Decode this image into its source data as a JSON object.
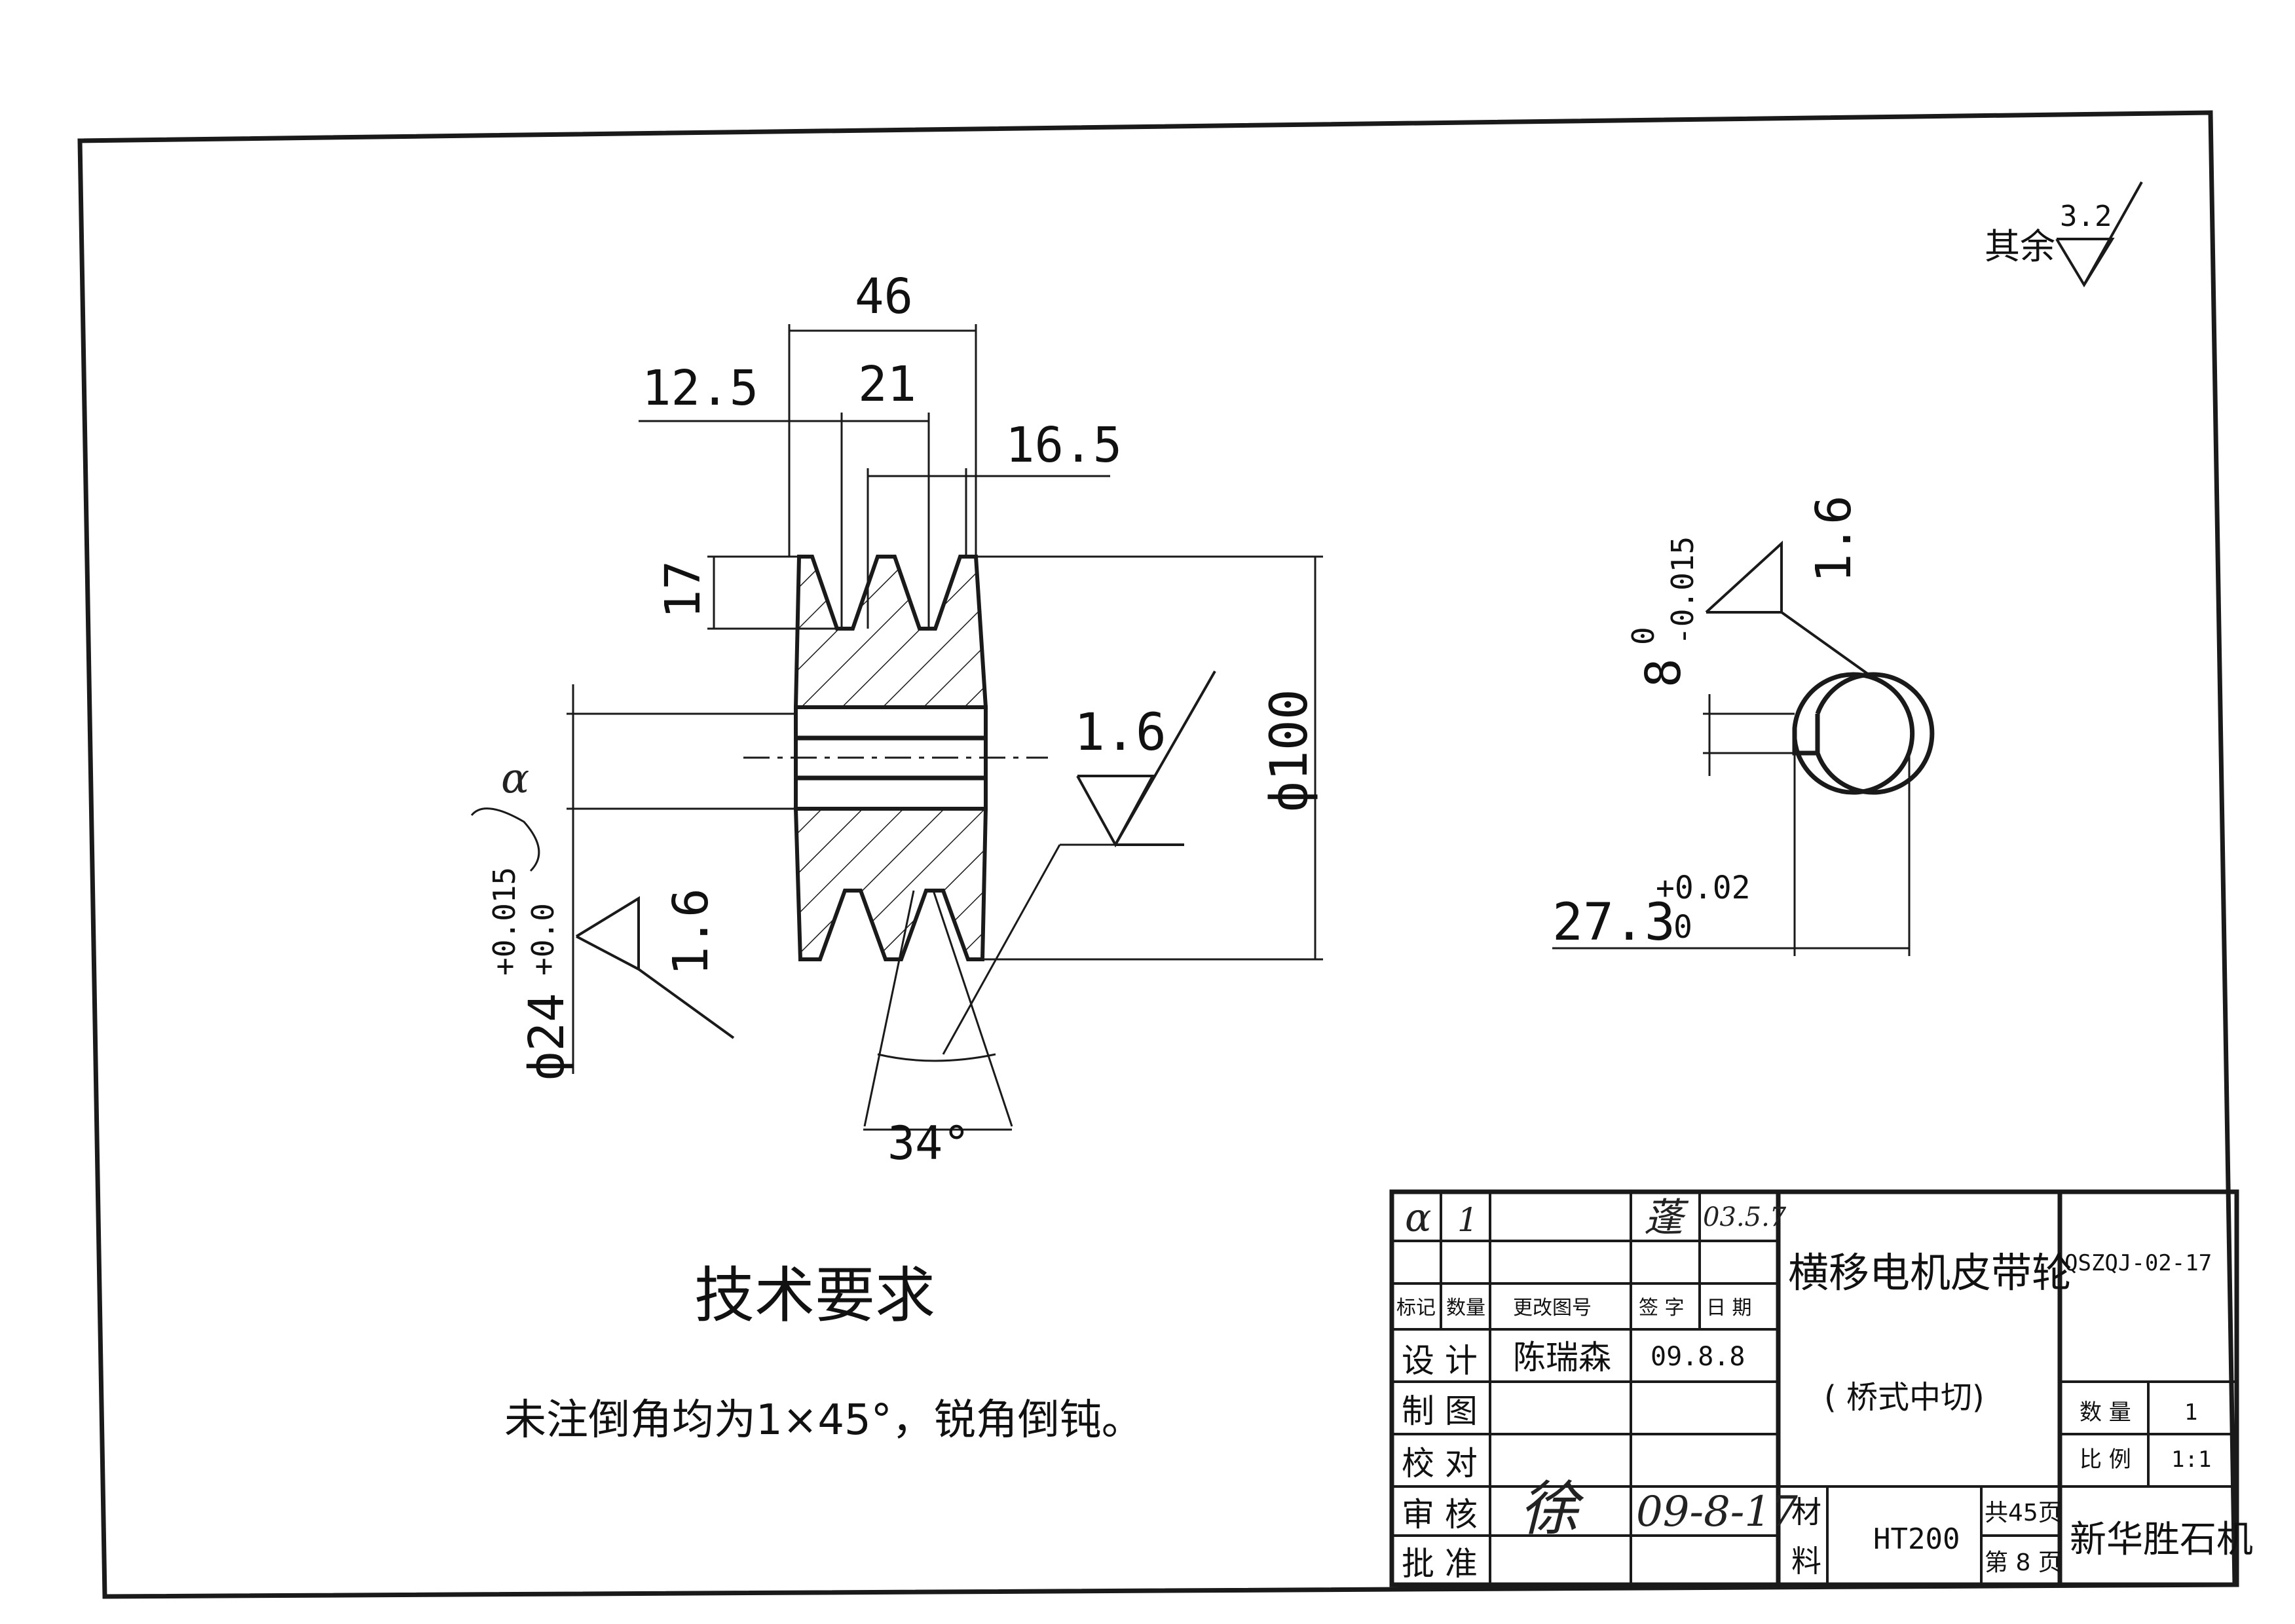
{
  "surface_note": {
    "label": "其余",
    "value": "3.2"
  },
  "dims": {
    "overall_width": "46",
    "left_offset": "12.5",
    "groove_pitch": "21",
    "right_offset": "16.5",
    "groove_depth": "17",
    "outer_dia": "ф100",
    "bore_dia": "ф24",
    "bore_tol_upper": "+0.015",
    "bore_tol_lower": "+0.0",
    "groove_angle": "34°",
    "roughness_groove": "1.6",
    "roughness_bore": "1.6",
    "key_width": "8",
    "key_width_tol_upper": "0",
    "key_width_tol_lower": "-0.015",
    "key_roughness": "1.6",
    "key_depth": "27.3",
    "key_depth_tol_upper": "+0.02",
    "key_depth_tol_lower": "0",
    "margin_mark": "α"
  },
  "tech": {
    "title": "技术要求",
    "note": "未注倒角均为1×45°，锐角倒钝。"
  },
  "title_block": {
    "rev_mark": "α",
    "rev_count": "1",
    "rev_sign": "蓬",
    "rev_date": "03.5.7",
    "h_mark": "标记",
    "h_qty": "数量",
    "h_change": "更改图号",
    "h_sign": "签 字",
    "h_date": "日 期",
    "design_label": "设 计",
    "design_name": "陈瑞森",
    "design_date": "09.8.8",
    "draw_label": "制 图",
    "check_label": "校 对",
    "review_label": "审 核",
    "review_sign": "徐",
    "review_date": "09-8-17",
    "approve_label": "批 准",
    "part_name": "横移电机皮带轮",
    "part_sub": "( 桥式中切)",
    "drawing_no": "QSZQJ-02-17",
    "qty_label": "数 量",
    "qty_value": "1",
    "scale_label": "比 例",
    "scale_value": "1:1",
    "material_label_1": "材",
    "material_label_2": "料",
    "material": "HT200",
    "sheets_total": "共45页",
    "sheet_no": "第 8 页",
    "company": "新华胜石机"
  }
}
